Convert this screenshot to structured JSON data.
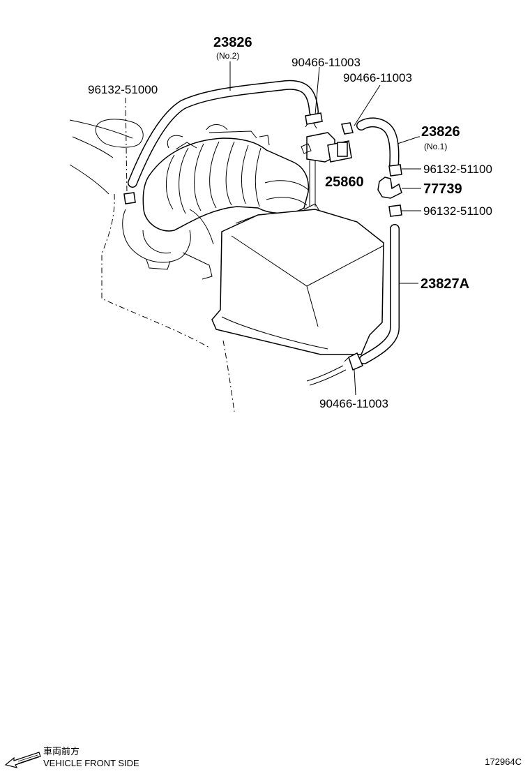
{
  "callouts": {
    "hose_no2": {
      "part": "23826",
      "sub": "(No.2)"
    },
    "clip_left": {
      "part": "96132-51000"
    },
    "clamp_a": {
      "part": "90466-11003"
    },
    "clamp_b": {
      "part": "90466-11003"
    },
    "hose_no1": {
      "part": "23826",
      "sub": "(No.1)"
    },
    "vsv": {
      "part": "25860"
    },
    "clip_right_upper": {
      "part": "96132-51100"
    },
    "filter": {
      "part": "77739"
    },
    "clip_right_lower": {
      "part": "96132-51100"
    },
    "hose_a": {
      "part": "23827A"
    },
    "clamp_bottom": {
      "part": "90466-11003"
    }
  },
  "footer": {
    "front_label_jp": "車両前方",
    "front_label_en": "VEHICLE FRONT SIDE",
    "diagram_code": "172964C"
  },
  "icons": {
    "front_arrow": "arrow-left-down-icon"
  }
}
